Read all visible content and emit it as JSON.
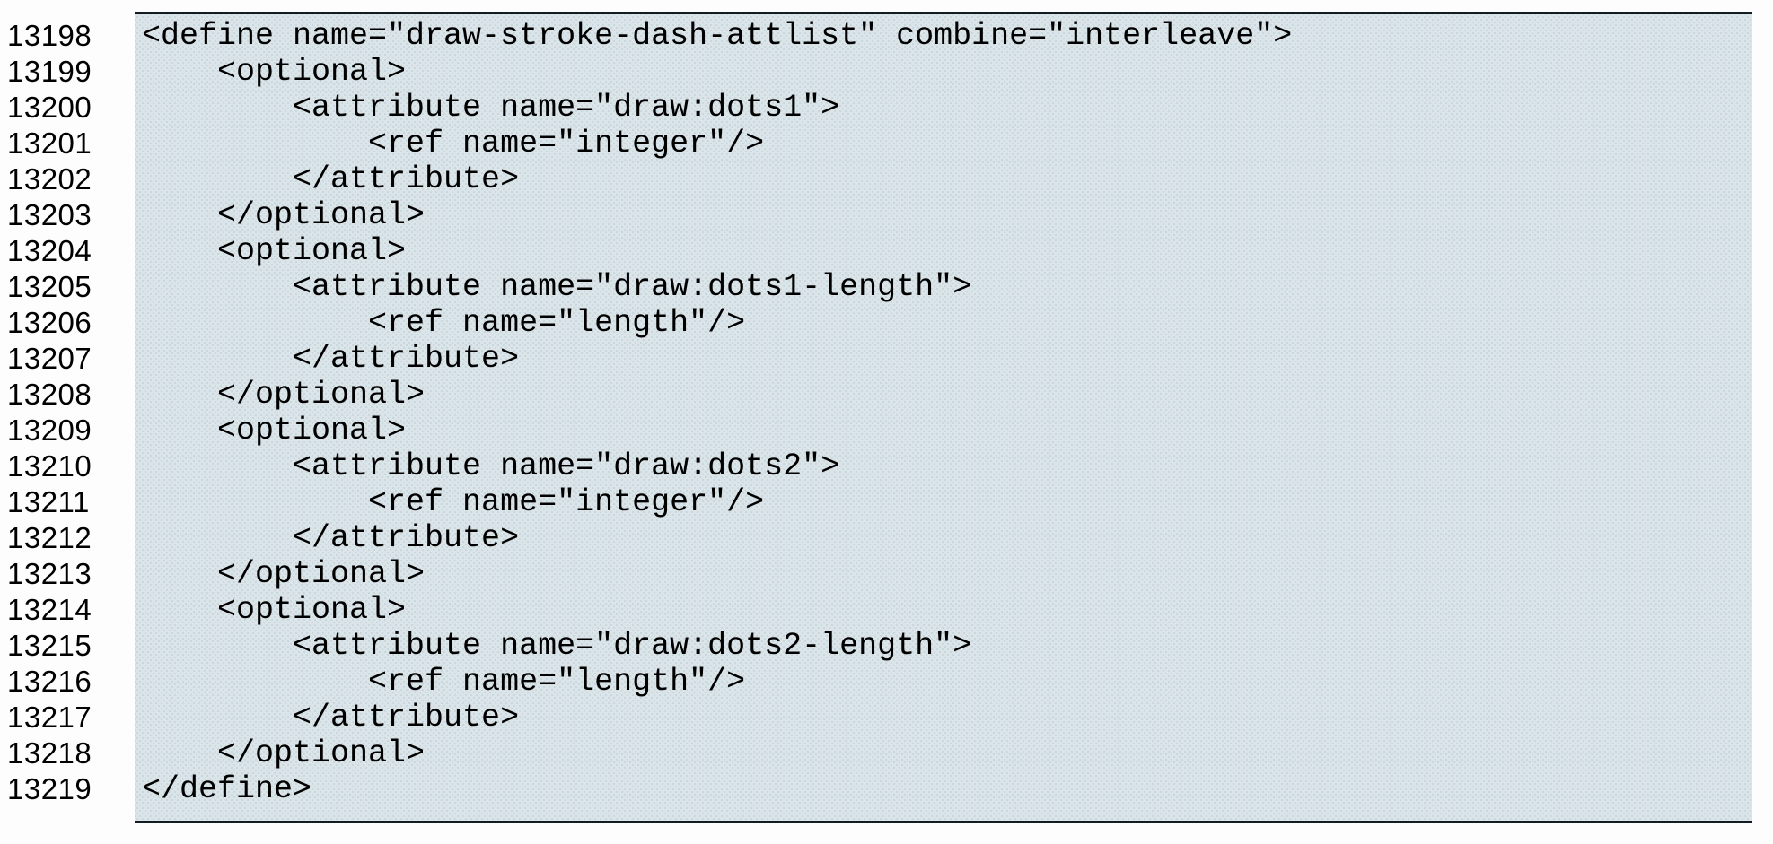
{
  "listing": {
    "description": "RelaxNG schema code listing with line numbers",
    "first_line_number": "13198",
    "last_line_number": "13219",
    "colors": {
      "code_background": "#d9e2e6",
      "code_background_dot": "#c8d7dc",
      "rule_border": "#111c23",
      "text": "#000000",
      "page_background": "#fcfdfc"
    },
    "lines": [
      {
        "number": "13198",
        "text": "<define name=\"draw-stroke-dash-attlist\" combine=\"interleave\">"
      },
      {
        "number": "13199",
        "text": "    <optional>"
      },
      {
        "number": "13200",
        "text": "        <attribute name=\"draw:dots1\">"
      },
      {
        "number": "13201",
        "text": "            <ref name=\"integer\"/>"
      },
      {
        "number": "13202",
        "text": "        </attribute>"
      },
      {
        "number": "13203",
        "text": "    </optional>"
      },
      {
        "number": "13204",
        "text": "    <optional>"
      },
      {
        "number": "13205",
        "text": "        <attribute name=\"draw:dots1-length\">"
      },
      {
        "number": "13206",
        "text": "            <ref name=\"length\"/>"
      },
      {
        "number": "13207",
        "text": "        </attribute>"
      },
      {
        "number": "13208",
        "text": "    </optional>"
      },
      {
        "number": "13209",
        "text": "    <optional>"
      },
      {
        "number": "13210",
        "text": "        <attribute name=\"draw:dots2\">"
      },
      {
        "number": "13211",
        "text": "            <ref name=\"integer\"/>"
      },
      {
        "number": "13212",
        "text": "        </attribute>"
      },
      {
        "number": "13213",
        "text": "    </optional>"
      },
      {
        "number": "13214",
        "text": "    <optional>"
      },
      {
        "number": "13215",
        "text": "        <attribute name=\"draw:dots2-length\">"
      },
      {
        "number": "13216",
        "text": "            <ref name=\"length\"/>"
      },
      {
        "number": "13217",
        "text": "        </attribute>"
      },
      {
        "number": "13218",
        "text": "    </optional>"
      },
      {
        "number": "13219",
        "text": "</define>"
      }
    ]
  }
}
